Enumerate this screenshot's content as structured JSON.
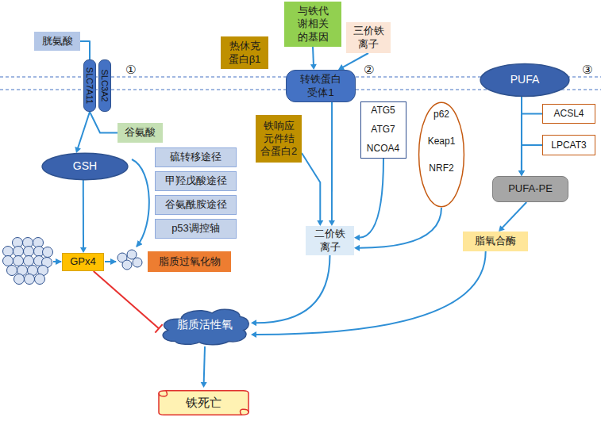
{
  "diagram": {
    "nodes": [
      {
        "text": [
          "胱氨酸"
        ]
      },
      {
        "text": [
          "SLC7A11"
        ]
      },
      {
        "text": [
          "SLC3A2"
        ]
      },
      {
        "text": [
          "热休克 蛋白β1"
        ]
      },
      {
        "text": [
          "与铁代 谢相关 的基因"
        ]
      },
      {
        "text": [
          "三价铁 离子"
        ]
      },
      {
        "text": [
          "转铁蛋白 受体1"
        ]
      },
      {
        "text": [
          "PUFA"
        ]
      },
      {
        "text": [
          "ACSL4"
        ]
      },
      {
        "text": [
          "谷氨酸"
        ]
      },
      {
        "text": [
          "铁响应 元件结 合蛋白2"
        ]
      },
      {
        "text": []
      },
      {
        "text": [
          "ATG5"
        ],
        "in": 11
      },
      {
        "text": [
          "ATG7"
        ],
        "in": 11
      },
      {
        "text": [
          "NCOA4"
        ],
        "in": 11
      },
      {
        "text": []
      },
      {
        "text": [
          "p62"
        ],
        "in": 15
      },
      {
        "text": [
          "Keap1"
        ],
        "in": 15
      },
      {
        "text": [
          "NRF2"
        ],
        "in": 15
      },
      {
        "text": [
          "LPCAT3"
        ]
      },
      {
        "text": [
          "GSH"
        ]
      },
      {
        "text": [
          "硫转移途径"
        ]
      },
      {
        "text": [
          "甲羟戊酸途径"
        ]
      },
      {
        "text": [
          "谷氨酰胺途径"
        ]
      },
      {
        "text": [
          "p53调控轴"
        ]
      },
      {
        "text": [
          "PUFA-PE"
        ]
      },
      {
        "text": [
          "二价铁 离子"
        ]
      },
      {
        "text": [
          "脂氧合酶"
        ]
      },
      {
        "text": [
          "GPx4"
        ]
      },
      {
        "text": [
          "脂质过氧化物"
        ]
      },
      {
        "text": [
          "脂质活性氧"
        ]
      },
      {
        "text": [
          "铁死亡"
        ]
      }
    ],
    "edges": [
      {
        "from": 0,
        "to": 1,
        "arrow": "none"
      },
      {
        "from": 1,
        "to": 20,
        "arrow": "to"
      },
      {
        "from": 1,
        "to": 9,
        "arrow": "none"
      },
      {
        "from": 20,
        "to": 28,
        "arrow": "to"
      },
      {
        "from": 28,
        "to": 30,
        "arrow": "to"
      },
      {
        "from": 30,
        "to": 31,
        "arrow": "to"
      },
      {
        "from": 4,
        "to": 6,
        "arrow": "to"
      },
      {
        "from": 5,
        "to": 6,
        "arrow": "to"
      },
      {
        "from": 6,
        "to": 26,
        "arrow": "to"
      },
      {
        "from": 10,
        "to": 26,
        "arrow": "to"
      },
      {
        "from": 12,
        "to": 13,
        "arrow": "to"
      },
      {
        "from": 13,
        "to": 14,
        "arrow": "to"
      },
      {
        "from": 16,
        "to": 17,
        "arrow": "to"
      },
      {
        "from": 17,
        "to": 18,
        "arrow": "to"
      },
      {
        "from": 11,
        "to": 26,
        "arrow": "to"
      },
      {
        "from": 15,
        "to": 26,
        "arrow": "to"
      },
      {
        "from": 26,
        "to": 30,
        "arrow": "to"
      },
      {
        "from": 7,
        "to": 25,
        "arrow": "to"
      },
      {
        "from": 8,
        "to": 25,
        "arrow": "to"
      },
      {
        "from": 19,
        "to": 25,
        "arrow": "to"
      },
      {
        "from": 25,
        "to": 27,
        "arrow": "to"
      },
      {
        "from": 27,
        "to": 30,
        "arrow": "to"
      }
    ],
    "labels": [
      "①",
      "②",
      "③"
    ]
  }
}
